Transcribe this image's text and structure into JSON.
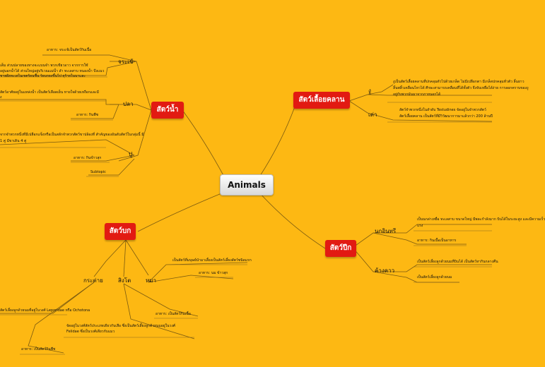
{
  "central": "Animals",
  "branches": {
    "water": {
      "title": "สัตว์น้ำ",
      "crocodile": {
        "label": "จระเข้",
        "food": "อาหาร: จระเข้เป็นสัตว์กินเนื้อ",
        "desc1": "เต็ม ส่วนปลายของหางจะแบนจำ พวกเขียวอาว จากการใช้",
        "desc2": "อยู่นอกน้ำได้ ส่วนใหญ่อยู่บริเวณแม่น้ำ ลำ ทะเลสาบ หนองน้ำ บึงแนวชายฝั่งทะเลในเขตร้อนชื้น ร้อนรองขึ้นไป ดุร้ายในนาและ"
      },
      "fish": {
        "label": "ปลา",
        "desc": "สัตว์อาศัยอยู่ในแหล่งน้ำ เป็นสัตว์เลือดเย็น หายใจด้วยเหงือกและมี",
        "desc2": "ง",
        "food": "อาหาร: กินพืช"
      },
      "crab": {
        "label": "ปู",
        "desc1": "จากจำพวกหนึ่งที่มีเปลือกแข็งหรือเป็นสลักจำพวกสัตว์ขาปล้องที่ สำคัญของอันดับสัตว์ในกลุ่มนี้ มี",
        "desc2": "1 คู่ มีขาเดิน 4 คู่",
        "food": "อาหาร: กินข้าวสุก",
        "extra": "Subtopic"
      }
    },
    "reptile": {
      "title": "สัตว์เลื้อยคลาน",
      "lizard": {
        "label": "งู",
        "desc1": "งูเป็นสัตว์เลื้อยคลานที่ปกคลุมตัวไปด้วยเกล็ด ไม่มีเปลือกตา มีเกล็ดปกคลุมทั่วตัว ลิ้นยาว",
        "desc2": "ลิ้นพลิ้วเคลื่อนไหวได้ ศีรษะสามารถเคลื่อนที่ได้ทั้งตัว จึงจับเหยื่อได้ง่าย การลอกคราบของงู",
        "desc3": "อยู่กับพวกมันมาจากภายนอกได้"
      },
      "turtle": {
        "label": "เต่า",
        "desc1": "สัตว์จำพวกหนึ่งในลำดับ Testudines จัดอยู่ในจำพวกสัตว์",
        "desc2": "สัตว์เลื้อยคลาน เป็นสัตว์ที่มีวิวัฒนาการมาแล้วกว่า 200 ล้านปี"
      }
    },
    "bird": {
      "title": "สัตว์ปีก",
      "eagle": {
        "label": "นกอินทรี",
        "desc1": "เป็นนกล่าเหยื่อ ทะเลสาบ ขนาดใหญ่ มีพละกำลังมาก บินได้ในระยะสูง และมีความเร็ว",
        "desc2": "แรง",
        "food": "อาหาร: กินเนื้อเป็นอาหาร"
      },
      "bat": {
        "label": "ค้างคาว",
        "desc1": "เป็นสัตว์เลี้ยงลูกด้วยนมที่บินได้ เป็นสัตว์หากินกลางคืน",
        "desc2": "เป็นสัตว์เลี้ยงลูกด้วยนม"
      }
    },
    "land": {
      "title": "สัตว์บก",
      "rabbit": {
        "label": "กระต่าย",
        "desc": "สัตว์เลี้ยงลูกด้วยนมที่อยู่ในวงศ์ Leporidae หรือ Ochotona",
        "food": "อาหาร: เป็นสัตว์กินพืช"
      },
      "lion": {
        "label": "สิงโต",
        "desc1": "จัดอยู่ในวงศ์สัตว์ประเภทเดียวกับเสือ ซึ่งเป็นสัตว์เลี้ยงลูกด้วยนมอยู่ในวงศ์",
        "desc2": "Felidae ซึ่งเป็นวงศ์เดียวกับแมว",
        "food": "อาหาร: เป็นสัตว์กินเนื้อ"
      },
      "dog": {
        "label": "หมา",
        "desc": "เป็นสัตว์ที่มนุษย์นำมาเลี้ยงเป็นสัตว์เลี้ยงสัตว์ชนิดแรก",
        "food": "อาหาร: นม ข้าวสุก"
      }
    }
  }
}
